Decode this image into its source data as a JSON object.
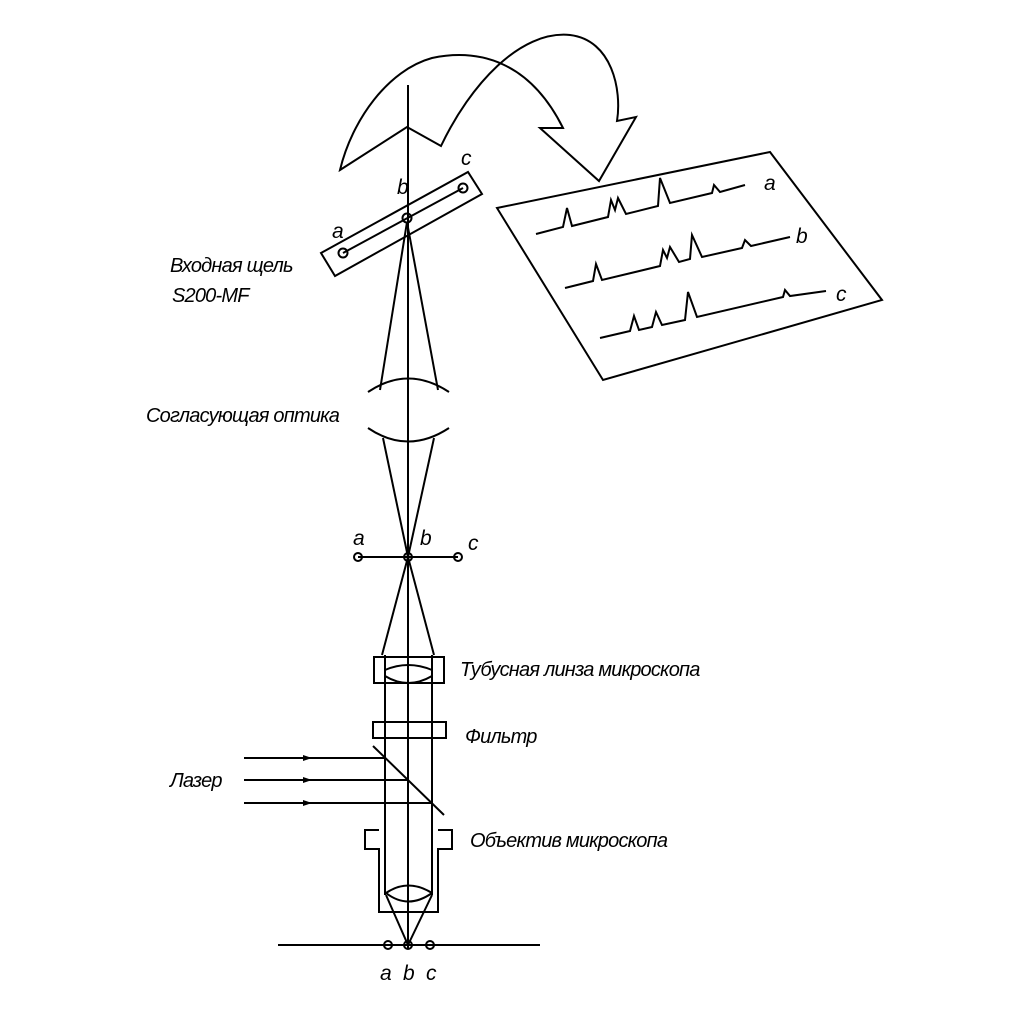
{
  "labels": {
    "entrance_slit": "Входная щель",
    "slit_model": "S200-MF",
    "matching_optics": "Согласующая оптика",
    "tube_lens": "Тубусная линза микроскопа",
    "filter": "Фильтр",
    "laser": "Лазер",
    "objective": "Объектив микроскопа"
  },
  "points": {
    "a": "a",
    "b": "b",
    "c": "c"
  },
  "spectra": [
    "a",
    "b",
    "c"
  ],
  "color": "#000000"
}
